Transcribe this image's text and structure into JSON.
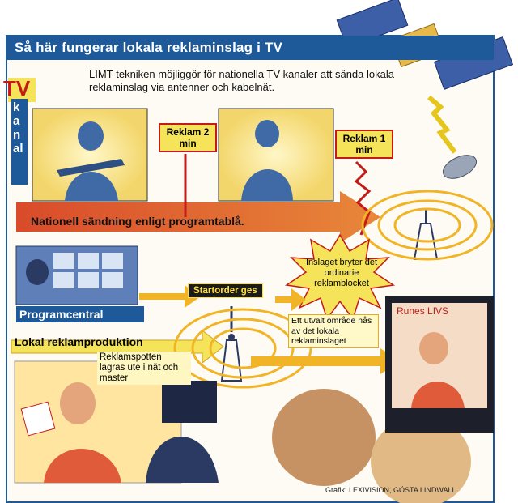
{
  "title": "Så här fungerar lokala reklaminslag i TV",
  "intro": "LIMT-tekniken möjliggör för nationella TV-kanaler att sända lokala reklaminslag via antenner och kabelnät.",
  "tv_label": "TV",
  "kanal_label": "kanal",
  "sign_left": "Reklam 2 min",
  "sign_right": "Reklam 1 min",
  "broadcast": "Nationell sändning enligt programtablå.",
  "insert_note": "Inslaget bryter det ordinarie reklamblocket",
  "start_order": "Startorder ges",
  "program_central": "Programcentral",
  "local_production": "Lokal reklamproduktion",
  "spots_note": "Reklamspotten lagras ute i nät och master",
  "area_note": "Ett utvalt område nås av det lokala reklaminslaget",
  "store_name": "Runes LIVS",
  "credit": "Grafik: LEXIVISION, GÖSTA LINDWALL",
  "colors": {
    "accent_blue": "#1e5a9a",
    "accent_red": "#c21b18",
    "accent_yellow": "#f5e45a"
  }
}
